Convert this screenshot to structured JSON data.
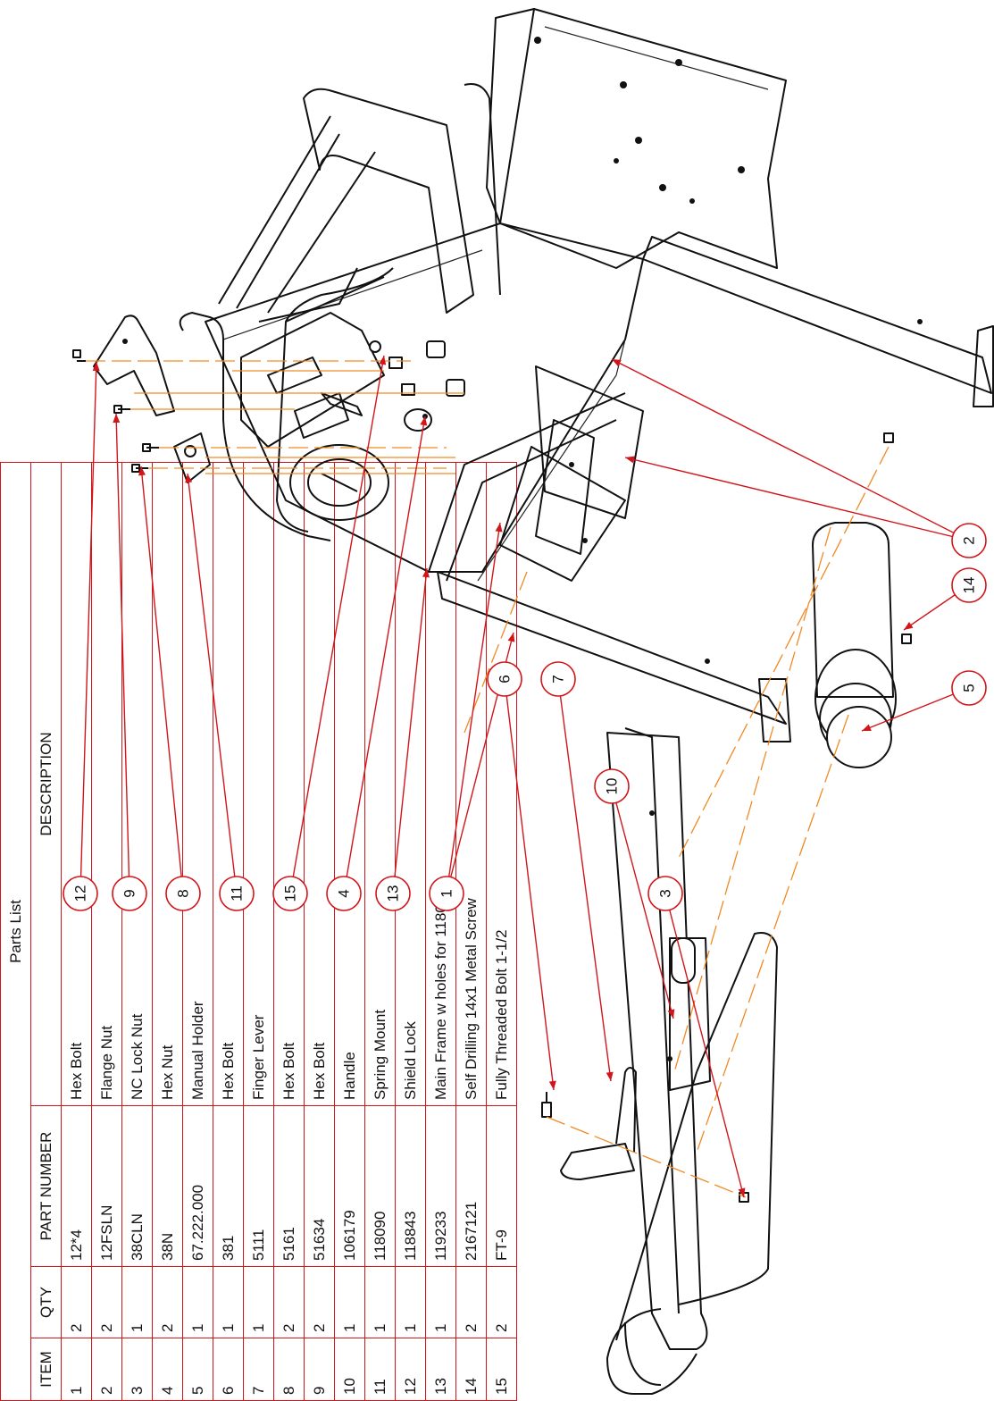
{
  "parts_list": {
    "title": "Parts List",
    "columns": [
      "ITEM",
      "QTY",
      "PART NUMBER",
      "DESCRIPTION"
    ],
    "rows": [
      [
        "1",
        "2",
        "12*4",
        "Hex Bolt"
      ],
      [
        "2",
        "2",
        "12FSLN",
        "Flange Nut"
      ],
      [
        "3",
        "1",
        "38CLN",
        "NC Lock Nut"
      ],
      [
        "4",
        "2",
        "38N",
        "Hex Nut"
      ],
      [
        "5",
        "1",
        "67.222.000",
        "Manual Holder"
      ],
      [
        "6",
        "1",
        "381",
        "Hex Bolt"
      ],
      [
        "7",
        "1",
        "5111",
        "Finger Lever"
      ],
      [
        "8",
        "2",
        "5161",
        "Hex Bolt"
      ],
      [
        "9",
        "2",
        "51634",
        "Hex Bolt"
      ],
      [
        "10",
        "1",
        "106179",
        "Handle"
      ],
      [
        "11",
        "1",
        "118090",
        "Spring Mount"
      ],
      [
        "12",
        "1",
        "118843",
        "Shield Lock"
      ],
      [
        "13",
        "1",
        "119233",
        "Main Frame w holes for 118090"
      ],
      [
        "14",
        "2",
        "2167121",
        "Self Drilling 14x1 Metal Screw"
      ],
      [
        "15",
        "2",
        "FT-9",
        "Fully Threaded Bolt 1-1/2"
      ]
    ]
  },
  "balloons": [
    "12",
    "9",
    "8",
    "11",
    "15",
    "4",
    "13",
    "1",
    "6",
    "7",
    "10",
    "3",
    "2",
    "14",
    "5"
  ],
  "colors": {
    "callout": "#d0161b",
    "table_border": "#d0161b",
    "assembly_line": "#f08a24",
    "linework": "#111111"
  }
}
